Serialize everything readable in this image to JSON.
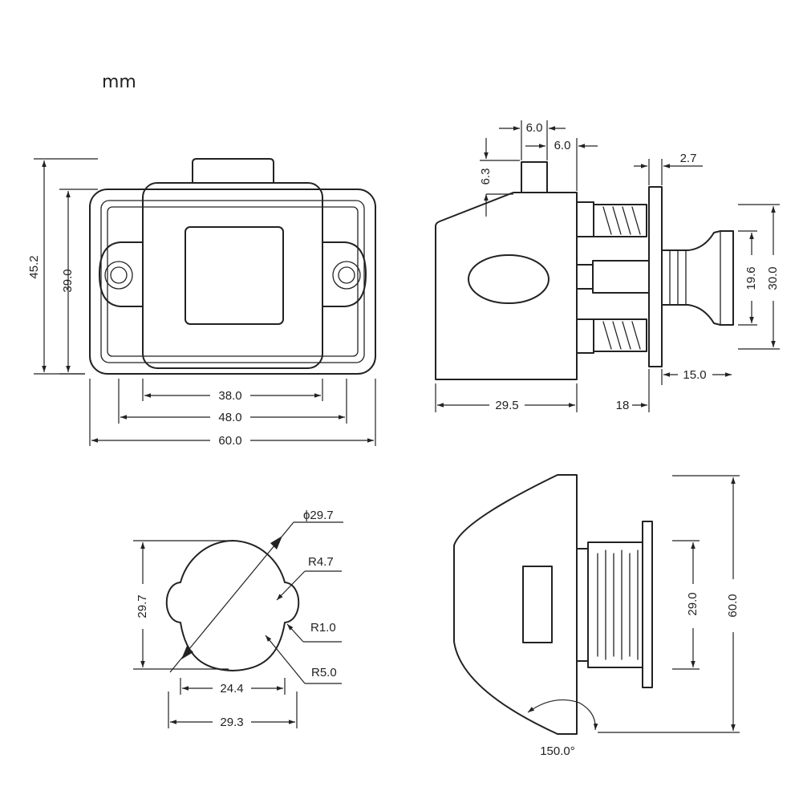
{
  "unit": "mm",
  "front_view": {
    "height_outer": "45.2",
    "height_inner": "39.0",
    "width_button": "38.0",
    "width_holes": "48.0",
    "width_total": "60.0"
  },
  "side_view": {
    "top_knob_1": "6.0",
    "top_knob_2": "6.0",
    "knob_height": "6.3",
    "flange": "2.7",
    "head_inner": "19.6",
    "head_outer": "30.0",
    "head_depth": "15.0",
    "body_depth": "29.5",
    "thread": "18"
  },
  "cutout_view": {
    "diameter": "ϕ29.7",
    "height": "29.7",
    "radius_1": "R4.7",
    "radius_2": "R1.0",
    "radius_3": "R5.0",
    "width_inner": "24.4",
    "width_outer": "29.3"
  },
  "bottom_view": {
    "thread_height": "29.0",
    "total_height": "60.0",
    "angle": "150.0°"
  }
}
